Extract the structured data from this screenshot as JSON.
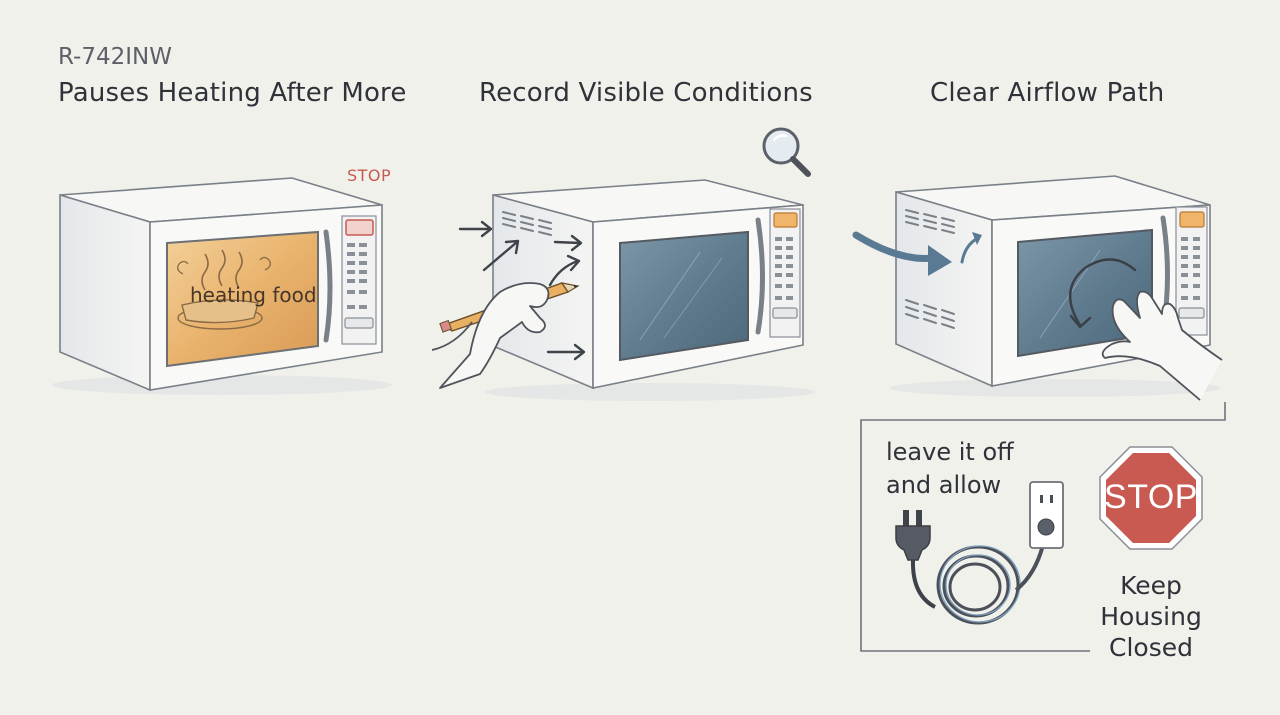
{
  "header": {
    "model": "R-742INW"
  },
  "steps": [
    {
      "title": "Pauses Heating After More",
      "panel_text": "heating food",
      "indicator": "STOP"
    },
    {
      "title": "Record Visible Conditions"
    },
    {
      "title": "Clear Airflow Path"
    }
  ],
  "callout": {
    "note": "leave it off and allow",
    "sign": "STOP",
    "caption": "Keep Housing Closed"
  },
  "colors": {
    "background": "#f1f1ec",
    "heating_glow": "#e8b56e",
    "stop_red": "#c85a52",
    "window_blue": "#5d7a8e",
    "body_white": "#f7f7f4"
  },
  "icons": [
    "microwave-icon",
    "magnifier-icon",
    "pencil-icon",
    "hand-icon",
    "airflow-arrow-icon",
    "plug-icon",
    "outlet-icon",
    "stop-sign-icon"
  ]
}
